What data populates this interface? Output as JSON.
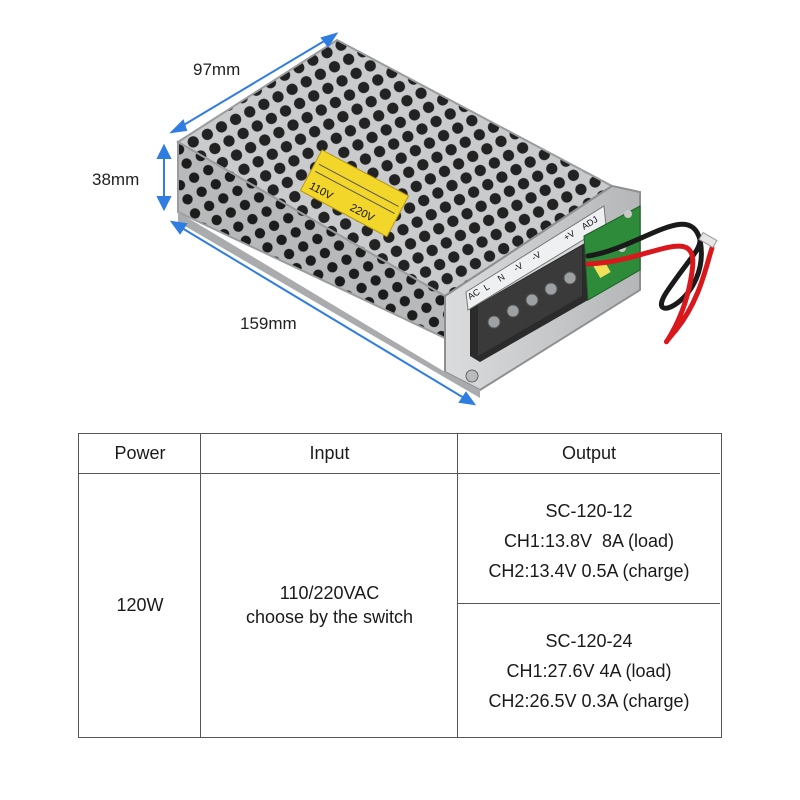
{
  "dimensions": {
    "width": "97mm",
    "height": "38mm",
    "length": "159mm"
  },
  "product": {
    "warning_label_line1": "110V",
    "warning_label_line2": "220V",
    "terminal_labels": [
      "AC",
      "L",
      "N",
      "-V",
      "-V",
      "+V",
      "ADJ"
    ]
  },
  "colors": {
    "dimension_arrow": "#2f7de1",
    "table_border": "#555555",
    "warning_label": "#f2d62a",
    "wire_red": "#d8181c",
    "wire_black": "#1a1a1a",
    "pcb_green": "#2e8b3a"
  },
  "table": {
    "headers": {
      "power": "Power",
      "input": "Input",
      "output": "Output"
    },
    "power": "120W",
    "input_line1": "110/220VAC",
    "input_line2": "choose by the switch",
    "outputs": [
      {
        "model": "SC-120-12",
        "ch1": "CH1:13.8V  8A (load)",
        "ch2": "CH2:13.4V 0.5A (charge)"
      },
      {
        "model": "SC-120-24",
        "ch1": "CH1:27.6V 4A (load)",
        "ch2": "CH2:26.5V 0.3A (charge)"
      }
    ]
  }
}
